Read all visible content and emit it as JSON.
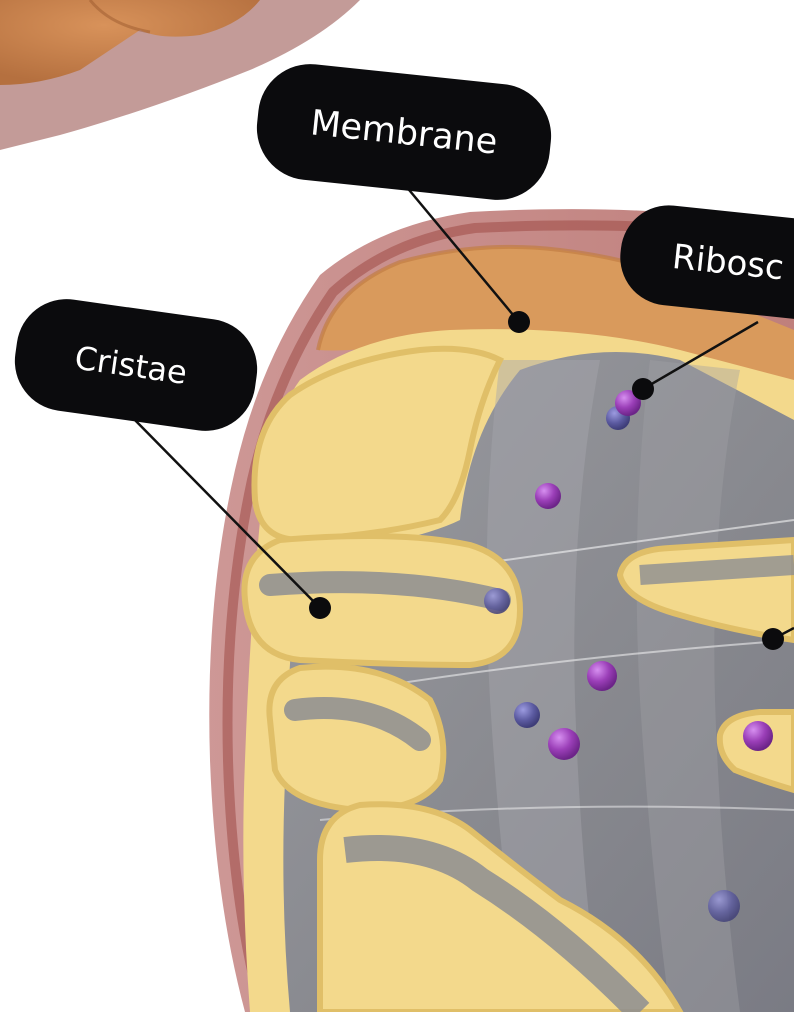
{
  "labels": {
    "membrane": "Membrane",
    "cristae": "Cristae",
    "ribosome": "Ribosc"
  },
  "colors": {
    "outer_membrane": "#c98f8a",
    "outer_membrane_dark": "#9e4a45",
    "intermembrane": "#d99a5c",
    "cristae_fill": "#f3d98c",
    "cristae_edge": "#e0bf68",
    "matrix": "#8d8e92",
    "ribosome_purple": "#9b3fb8",
    "ribosome_blue": "#5b5aa0",
    "label_bg": "#0b0b0d",
    "label_text": "#ffffff"
  }
}
